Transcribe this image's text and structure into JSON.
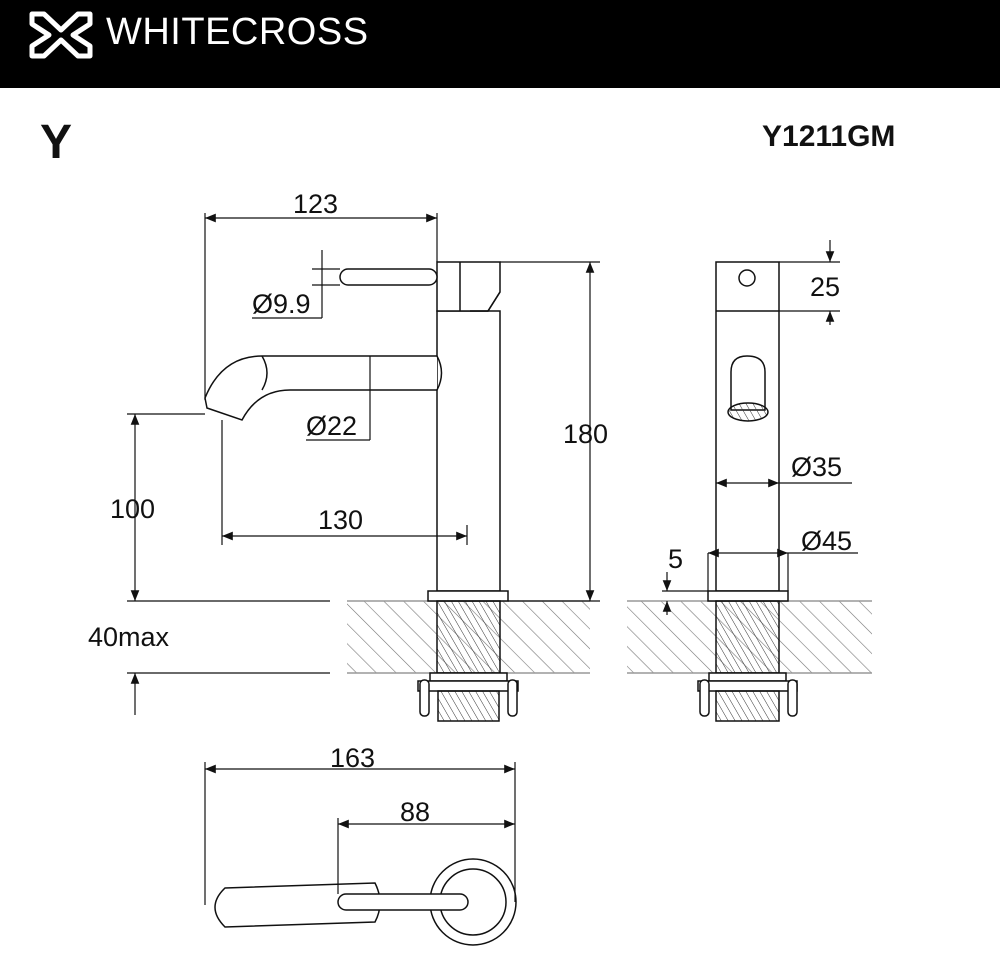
{
  "brand": {
    "name": "WHITECROSS",
    "logo_icon": "x-cross-logo-icon"
  },
  "header": {
    "series": "Y",
    "model": "Y1211GM"
  },
  "dimensions": {
    "overall_width": "123",
    "handle_diameter": "Ø9.9",
    "spout_diameter": "Ø22",
    "total_height": "180",
    "spout_height": "100",
    "spout_reach": "130",
    "counter_thickness": "40max",
    "handle_height": "25",
    "body_diameter": "Ø35",
    "base_diameter": "Ø45",
    "base_height": "5",
    "top_length": "163",
    "top_handle_length": "88"
  },
  "colors": {
    "banner": "#000000",
    "line": "#111111",
    "hatch": "#777777",
    "background": "#ffffff"
  }
}
